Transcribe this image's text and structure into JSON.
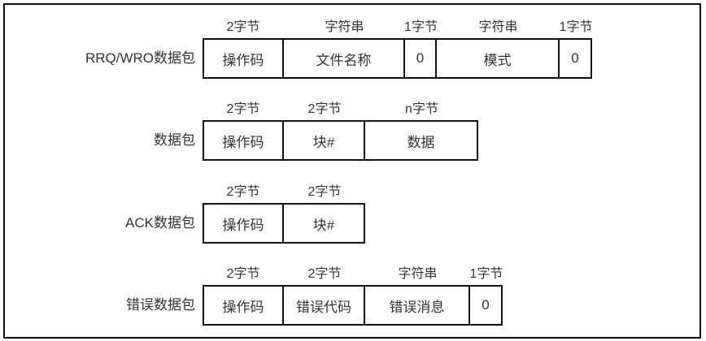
{
  "colors": {
    "background": "#ffffff",
    "border": "#111111",
    "text": "#333333"
  },
  "diagram": {
    "rows": [
      {
        "label": "RRQ/WRO数据包",
        "fields": [
          {
            "size": "2字节",
            "name": "操作码"
          },
          {
            "size": "字符串",
            "name": "文件名称"
          },
          {
            "size": "1字节",
            "name": "0"
          },
          {
            "size": "字符串",
            "name": "模式"
          },
          {
            "size": "1字节",
            "name": "0"
          }
        ]
      },
      {
        "label": "数据包",
        "fields": [
          {
            "size": "2字节",
            "name": "操作码"
          },
          {
            "size": "2字节",
            "name": "块#"
          },
          {
            "size": "n字节",
            "name": "数据"
          }
        ]
      },
      {
        "label": "ACK数据包",
        "fields": [
          {
            "size": "2字节",
            "name": "操作码"
          },
          {
            "size": "2字节",
            "name": "块#"
          }
        ]
      },
      {
        "label": "错误数据包",
        "fields": [
          {
            "size": "2字节",
            "name": "操作码"
          },
          {
            "size": "2字节",
            "name": "错误代码"
          },
          {
            "size": "字符串",
            "name": "错误消息"
          },
          {
            "size": "1字节",
            "name": "0"
          }
        ]
      }
    ]
  }
}
